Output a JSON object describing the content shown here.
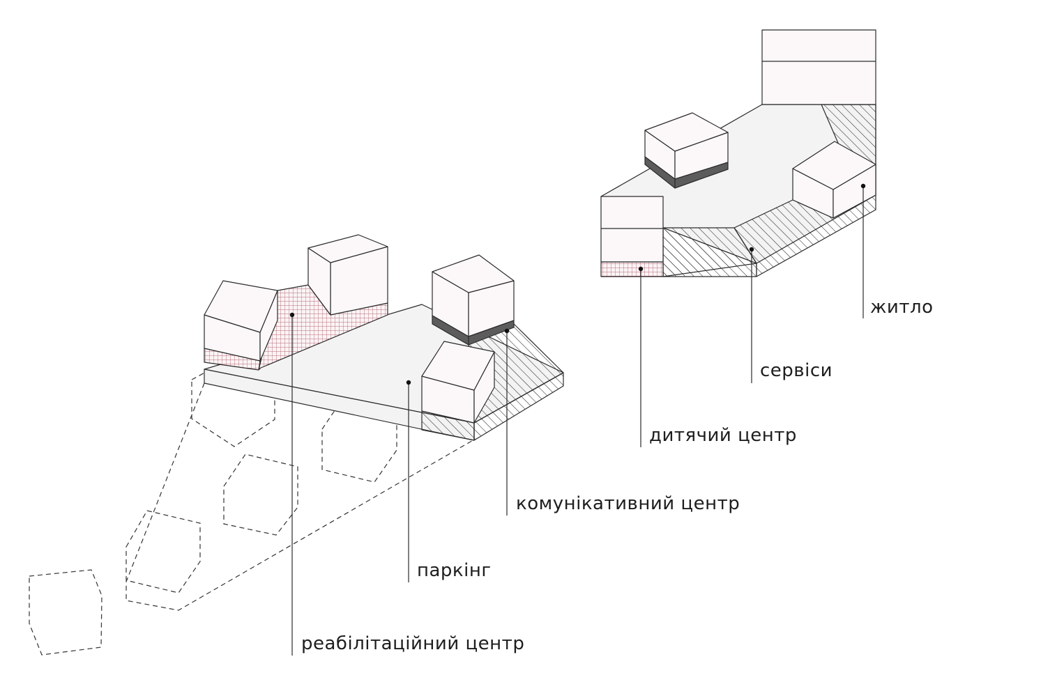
{
  "labels": {
    "residential": "житло",
    "services": "сервіси",
    "children_center": "дитячий центр",
    "communication_center": "комунікативний центр",
    "parking": "паркінг",
    "rehab_center": "реабілітаційний центр"
  },
  "colors": {
    "stroke": "#2b2b2b",
    "box_face": "#fcf8f9",
    "platform": "#f3f3f3",
    "grid_hatch": "#b56a78",
    "dark_band": "#5c5c5c",
    "background": "#ffffff"
  }
}
